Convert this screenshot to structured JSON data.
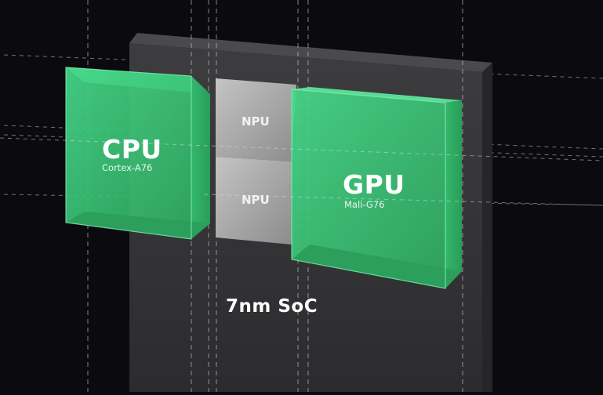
{
  "labels": {
    "cpu_title": "CPU",
    "cpu_subtitle": "Cortex-A76",
    "npu_top": "NPU",
    "npu_bottom": "NPU",
    "gpu_title": "GPU",
    "gpu_subtitle": "Mali-G76",
    "soc_label": "7nm SoC"
  },
  "colors": {
    "background": "#0b0b0f",
    "soc_board": "#3a3a3c",
    "chip_green": "#3fce7c",
    "npu_gray": "#a7a7a7",
    "guide_line": "#d0d0d0"
  }
}
